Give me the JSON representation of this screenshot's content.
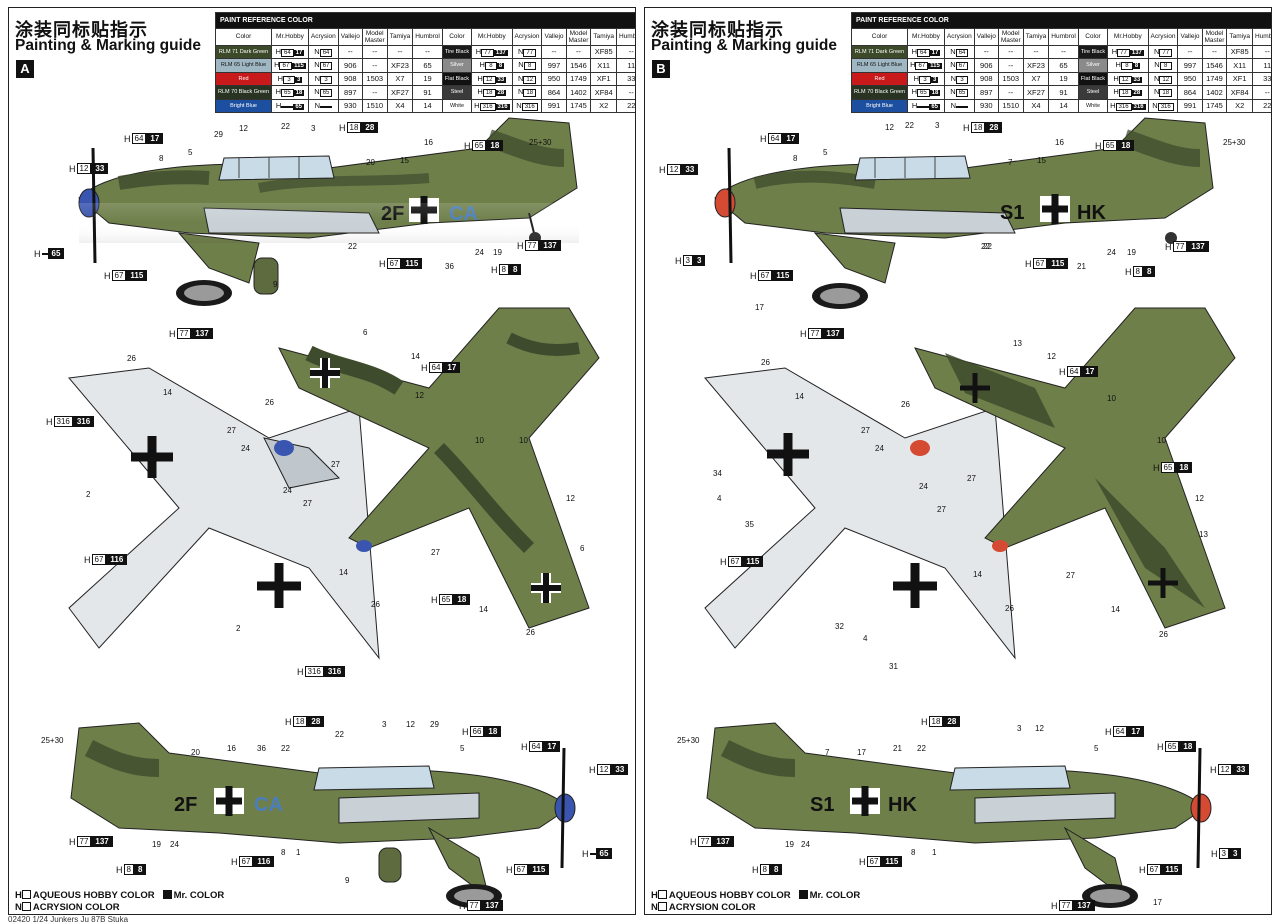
{
  "panels": [
    {
      "id": "A",
      "cn_title": "涂装同标贴指示",
      "en_title": "Painting & Marking guide",
      "letter": "A",
      "fuselage_code": "2F",
      "fuselage_code2": "CA",
      "callouts_side": [
        "29",
        "12",
        "22",
        "3",
        "5",
        "8",
        "20",
        "15",
        "16",
        "22",
        "36",
        "24",
        "19",
        "9"
      ],
      "hlabels_side": [
        {
          "h": "12",
          "m": "33"
        },
        {
          "h": "64",
          "m": "17"
        },
        {
          "h": "18",
          "m": "28"
        },
        {
          "h": "65",
          "m": "18"
        },
        {
          "h": "",
          "m": "65"
        },
        {
          "h": "67",
          "m": "115"
        },
        {
          "h": "67",
          "m": "115"
        },
        {
          "h": "8",
          "m": "8"
        },
        {
          "h": "77",
          "m": "137"
        },
        {
          "h": "77",
          "m": "137"
        }
      ],
      "callouts_plan": [
        "26",
        "14",
        "27",
        "24",
        "2",
        "24",
        "27",
        "14",
        "2",
        "26",
        "6",
        "26",
        "14",
        "12",
        "10",
        "10",
        "27",
        "12",
        "6",
        "27",
        "14",
        "26"
      ],
      "hlabels_plan": [
        {
          "h": "316",
          "m": "316"
        },
        {
          "h": "67",
          "m": "116"
        },
        {
          "h": "316",
          "m": "316"
        },
        {
          "h": "64",
          "m": "17"
        },
        {
          "h": "65",
          "m": "18"
        }
      ],
      "callouts_right": [
        "3",
        "12",
        "29",
        "22",
        "20",
        "16",
        "36",
        "22",
        "5",
        "8",
        "1",
        "24",
        "19",
        "9"
      ],
      "hlabels_right": [
        {
          "h": "18",
          "m": "28"
        },
        {
          "h": "66",
          "m": "18"
        },
        {
          "h": "64",
          "m": "17"
        },
        {
          "h": "12",
          "m": "33"
        },
        {
          "h": "",
          "m": "65"
        },
        {
          "h": "77",
          "m": "137"
        },
        {
          "h": "8",
          "m": "8"
        },
        {
          "h": "67",
          "m": "116"
        },
        {
          "h": "67",
          "m": "115"
        },
        {
          "h": "77",
          "m": "137"
        }
      ],
      "side_label_top": "25+30",
      "side_label_bottom": "25+30"
    },
    {
      "id": "B",
      "cn_title": "涂装同标贴指示",
      "en_title": "Painting & Marking guide",
      "letter": "B",
      "fuselage_code": "S1",
      "fuselage_code2": "HK",
      "callouts_side": [
        "12",
        "22",
        "3",
        "5",
        "8",
        "7",
        "22",
        "15",
        "16",
        "22",
        "21",
        "24",
        "19",
        "17"
      ],
      "hlabels_side": [
        {
          "h": "12",
          "m": "33"
        },
        {
          "h": "64",
          "m": "17"
        },
        {
          "h": "18",
          "m": "28"
        },
        {
          "h": "65",
          "m": "18"
        },
        {
          "h": "3",
          "m": "3"
        },
        {
          "h": "67",
          "m": "115"
        },
        {
          "h": "67",
          "m": "115"
        },
        {
          "h": "8",
          "m": "8"
        },
        {
          "h": "77",
          "m": "137"
        },
        {
          "h": "77",
          "m": "137"
        }
      ],
      "callouts_plan": [
        "26",
        "14",
        "27",
        "24",
        "34",
        "4",
        "35",
        "24",
        "27",
        "14",
        "32",
        "4",
        "31",
        "26",
        "13",
        "26",
        "12",
        "10",
        "10",
        "27",
        "12",
        "13",
        "27",
        "14",
        "26"
      ],
      "hlabels_plan": [
        {
          "h": "67",
          "m": "115"
        },
        {
          "h": "64",
          "m": "17"
        },
        {
          "h": "65",
          "m": "18"
        }
      ],
      "callouts_right": [
        "7",
        "17",
        "21",
        "22",
        "3",
        "12",
        "5",
        "8",
        "1",
        "24",
        "19",
        "17"
      ],
      "hlabels_right": [
        {
          "h": "18",
          "m": "28"
        },
        {
          "h": "64",
          "m": "17"
        },
        {
          "h": "65",
          "m": "18"
        },
        {
          "h": "12",
          "m": "33"
        },
        {
          "h": "3",
          "m": "3"
        },
        {
          "h": "77",
          "m": "137"
        },
        {
          "h": "8",
          "m": "8"
        },
        {
          "h": "67",
          "m": "115"
        },
        {
          "h": "67",
          "m": "115"
        },
        {
          "h": "77",
          "m": "137"
        }
      ],
      "side_label_top": "25+30",
      "side_label_bottom": "25+30"
    }
  ],
  "paint_table": {
    "heading": "PAINT REFERENCE COLOR",
    "columns": [
      "Color",
      "Mr.Hobby",
      "Acrysion",
      "Vallejo",
      "Model Master",
      "Tamiya",
      "Humbrol"
    ],
    "left_rows": [
      {
        "color": "RLM 71 Dark Green",
        "swatch": "#3d4a2a",
        "hobby": "64",
        "mr": "17",
        "acry": "64",
        "vallejo": "--",
        "mm": "--",
        "tamiya": "--",
        "humbrol": "--"
      },
      {
        "color": "RLM 65 Light Blue",
        "swatch": "#9fb7c3",
        "hobby": "67",
        "mr": "115",
        "acry": "67",
        "vallejo": "906",
        "mm": "--",
        "tamiya": "XF23",
        "humbrol": "65"
      },
      {
        "color": "Red",
        "swatch": "#c8191b",
        "hobby": "3",
        "mr": "3",
        "acry": "3",
        "vallejo": "908",
        "mm": "1503",
        "tamiya": "X7",
        "humbrol": "19"
      },
      {
        "color": "RLM 70 Black Green",
        "swatch": "#283322",
        "hobby": "65",
        "mr": "18",
        "acry": "65",
        "vallejo": "897",
        "mm": "--",
        "tamiya": "XF27",
        "humbrol": "91"
      },
      {
        "color": "Bright Blue",
        "swatch": "#1d4fa0",
        "hobby": "",
        "mr": "65",
        "acry": "",
        "vallejo": "930",
        "mm": "1510",
        "tamiya": "X4",
        "humbrol": "14"
      }
    ],
    "right_rows": [
      {
        "color": "Tire Black",
        "swatch": "#1a1a1a",
        "hobby": "77",
        "mr": "137",
        "acry": "77",
        "vallejo": "--",
        "mm": "--",
        "tamiya": "XF85",
        "humbrol": "--"
      },
      {
        "color": "Silver",
        "swatch": "#8a8a8a",
        "hobby": "8",
        "mr": "8",
        "acry": "8",
        "vallejo": "997",
        "mm": "1546",
        "tamiya": "X11",
        "humbrol": "11"
      },
      {
        "color": "Flat Black",
        "swatch": "#111111",
        "hobby": "12",
        "mr": "33",
        "acry": "12",
        "vallejo": "950",
        "mm": "1749",
        "tamiya": "XF1",
        "humbrol": "33"
      },
      {
        "color": "Steel",
        "swatch": "#3a3a3a",
        "hobby": "18",
        "mr": "28",
        "acry": "18",
        "vallejo": "864",
        "mm": "1402",
        "tamiya": "XF84",
        "humbrol": "--"
      },
      {
        "color": "White",
        "swatch": "#ffffff",
        "hobby": "316",
        "mr": "316",
        "acry": "316",
        "vallejo": "991",
        "mm": "1745",
        "tamiya": "X2",
        "humbrol": "22"
      }
    ]
  },
  "legend": {
    "line1a": "AQUEOUS HOBBY COLOR",
    "line1b": "Mr. COLOR",
    "line2": "ACRYSION COLOR",
    "h_prefix": "H",
    "n_prefix": "N"
  },
  "footer": "02420  1/24  Junkers Ju 87B Stuka",
  "colors": {
    "camo_green": "#6f7f4a",
    "camo_dark": "#3f4b2d",
    "underside": "#c9d1d6",
    "spinner_blue": "#3a55b0",
    "spinner_red": "#d54a32"
  }
}
